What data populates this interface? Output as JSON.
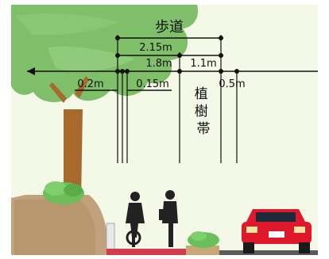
{
  "title": "歩道",
  "dimensions": {
    "total_width": "2.15m",
    "walk_width": "1.8m",
    "planting_width": "1.1m",
    "left_offset": "0.2m",
    "curb_offset": "0.15m",
    "right_offset": "0.5m"
  },
  "planting_label": "植\n樹\n帯",
  "colors": {
    "background": "#f4f8e6",
    "tree_foliage": "#7fbf6a",
    "tree_trunk": "#a66a2e",
    "sidewalk": "#d23b4a",
    "car": "#e0182b",
    "shrub": "#6bbf5b"
  }
}
